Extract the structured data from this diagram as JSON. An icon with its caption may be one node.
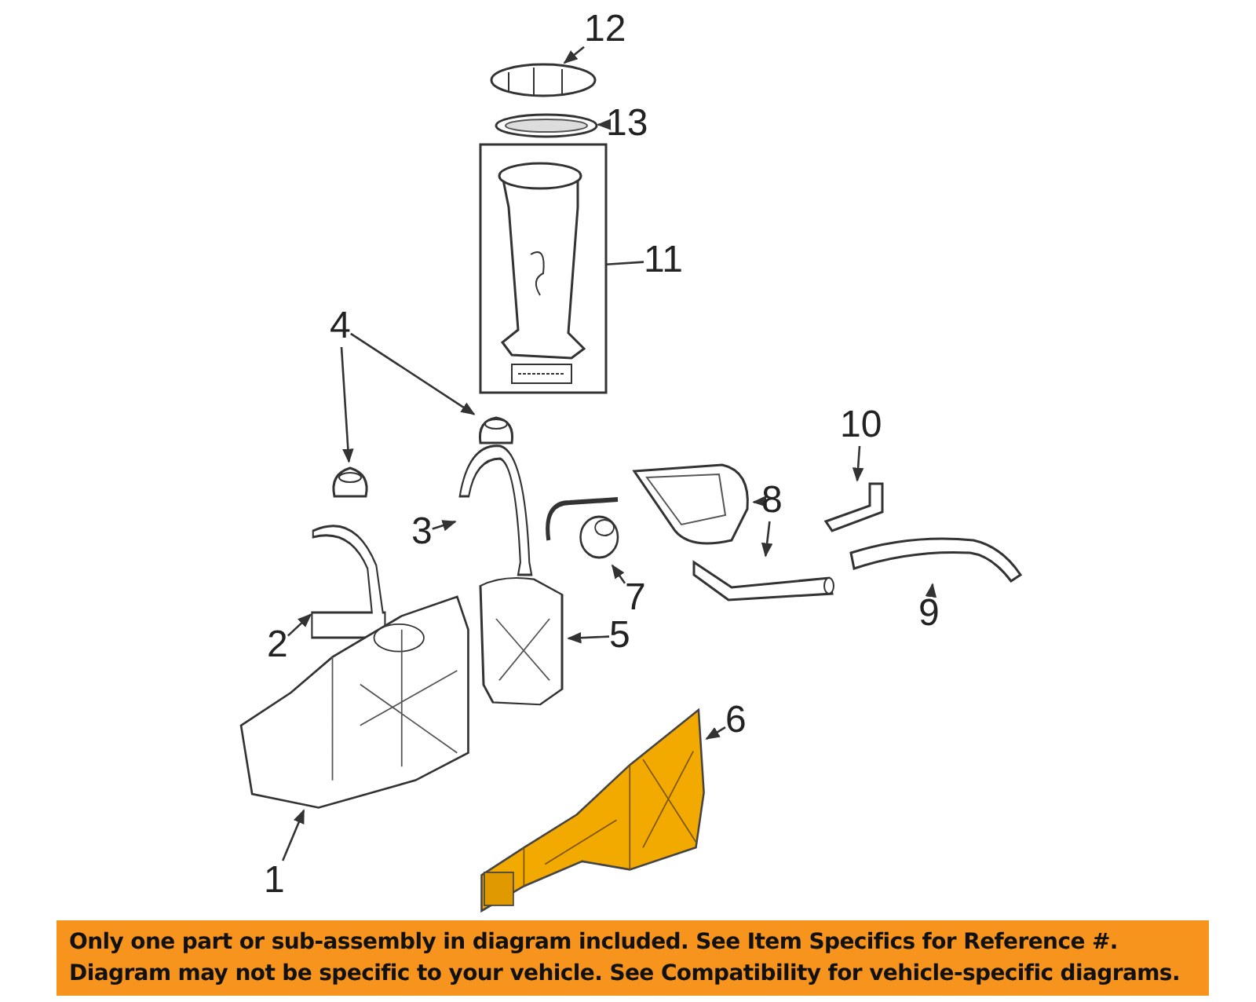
{
  "diagram": {
    "nodes": [
      {
        "text": [
          "12"
        ]
      },
      {
        "text": [],
        "shape": "picture"
      },
      {
        "text": [
          "13"
        ]
      },
      {
        "text": [],
        "shape": "picture"
      },
      {
        "text": [],
        "shape": "picture"
      },
      {
        "text": [
          "11"
        ]
      },
      {
        "text": [
          "4"
        ]
      },
      {
        "text": [],
        "shape": "picture"
      },
      {
        "text": [],
        "shape": "picture"
      },
      {
        "text": [
          "10"
        ]
      },
      {
        "text": [],
        "shape": "picture"
      },
      {
        "text": [],
        "shape": "picture"
      },
      {
        "text": [],
        "shape": "picture"
      },
      {
        "text": [],
        "shape": "picture"
      },
      {
        "text": [
          "8"
        ]
      },
      {
        "text": [],
        "shape": "picture"
      },
      {
        "text": [],
        "shape": "picture"
      },
      {
        "text": [
          "3"
        ]
      },
      {
        "text": [],
        "shape": "picture"
      },
      {
        "text": [
          "2"
        ]
      },
      {
        "text": [
          "7"
        ]
      },
      {
        "text": [
          "9"
        ]
      },
      {
        "text": [],
        "shape": "picture"
      },
      {
        "text": [],
        "shape": "picture"
      },
      {
        "text": [
          "5"
        ]
      },
      {
        "text": [
          "6"
        ]
      },
      {
        "text": [],
        "shape": "picture"
      },
      {
        "text": [
          "1"
        ]
      }
    ],
    "edges": [
      {
        "from": 0,
        "to": 1,
        "arrow": "to"
      },
      {
        "from": 2,
        "to": 3,
        "arrow": "to"
      },
      {
        "from": 5,
        "to": 4,
        "arrow": "none"
      },
      {
        "from": 6,
        "to": 7,
        "arrow": "to"
      },
      {
        "from": 6,
        "to": 8,
        "arrow": "to"
      },
      {
        "from": 9,
        "to": 10,
        "arrow": "to"
      },
      {
        "from": 17,
        "to": 11,
        "arrow": "to"
      },
      {
        "from": 19,
        "to": 18,
        "arrow": "to"
      },
      {
        "from": 20,
        "to": 12,
        "arrow": "to"
      },
      {
        "from": 14,
        "to": 13,
        "arrow": "to"
      },
      {
        "from": 14,
        "to": 15,
        "arrow": "to"
      },
      {
        "from": 21,
        "to": 16,
        "arrow": "to"
      },
      {
        "from": 24,
        "to": 22,
        "arrow": "to"
      },
      {
        "from": 25,
        "to": 26,
        "arrow": "to"
      },
      {
        "from": 27,
        "to": 23,
        "arrow": "to"
      }
    ],
    "labels": [
      "Only one part or sub-assembly in diagram included. See Item Specifics for Reference #. Diagram may not be specific to your vehicle. See Compatibility for vehicle-specific diagrams."
    ]
  }
}
